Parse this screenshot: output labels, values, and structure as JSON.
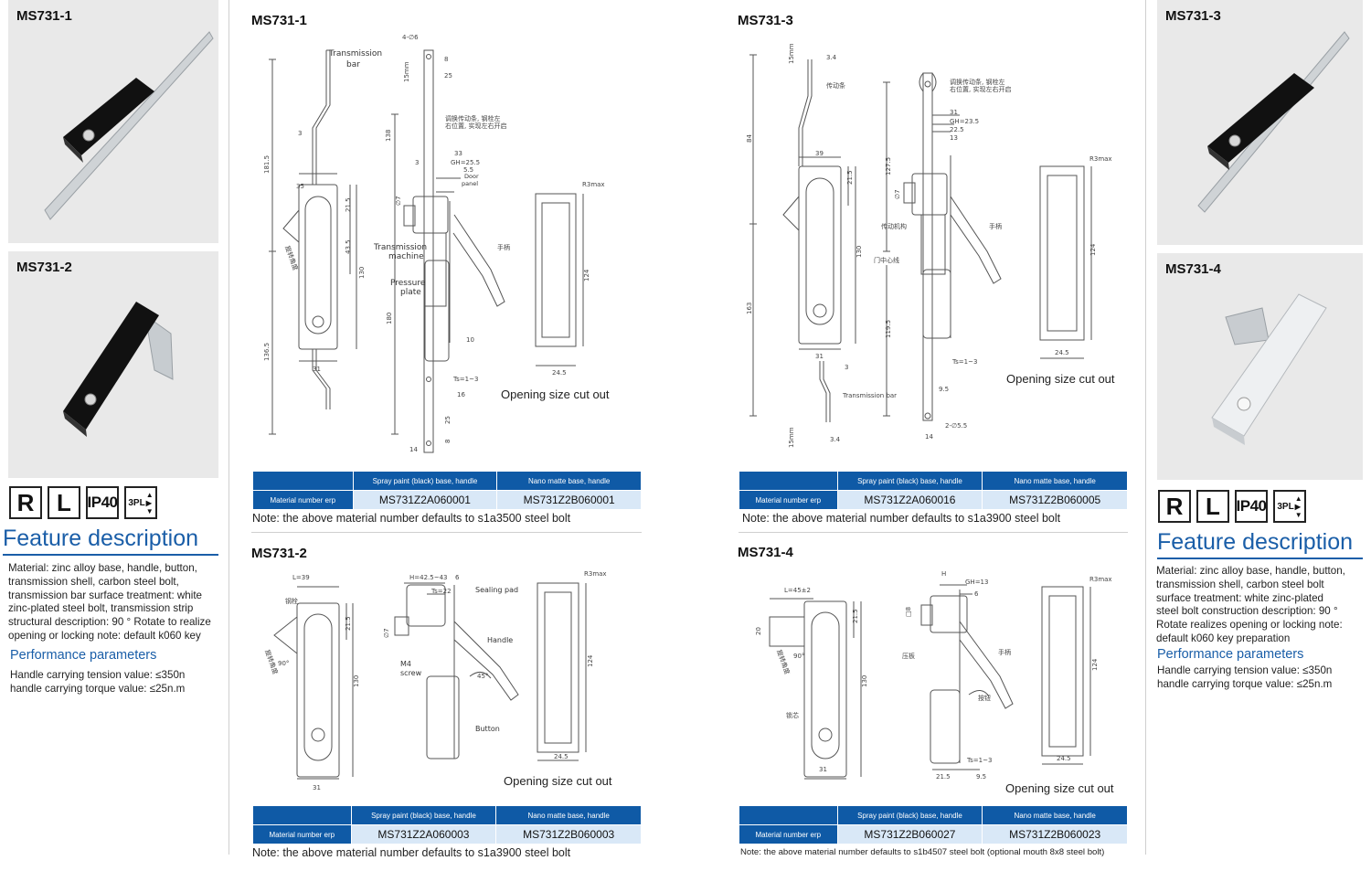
{
  "photos": {
    "ms731_1": "MS731-1",
    "ms731_2": "MS731-2",
    "ms731_3": "MS731-3",
    "ms731_4": "MS731-4"
  },
  "badges": {
    "r": "R",
    "l": "L",
    "ip": "IP40",
    "pl": "3PL"
  },
  "left_features": {
    "title": "Feature description",
    "lines": [
      "Material: zinc alloy base, handle, button,",
      "transmission shell, carbon steel bolt,",
      "transmission bar surface treatment: white",
      "zinc-plated steel bolt, transmission strip",
      "structural description: 90 ° Rotate to realize",
      "opening or locking note: default k060 key"
    ],
    "perf_title": "Performance parameters",
    "perf_lines": [
      "Handle carrying tension value: ≤350n",
      "handle carrying torque value: ≤25n.m"
    ]
  },
  "right_features": {
    "title": "Feature description",
    "lines": [
      "Material: zinc alloy base, handle, button,",
      "transmission shell, carbon steel bolt",
      "surface treatment: white zinc-plated",
      "steel bolt construction description: 90 °",
      "Rotate realizes opening or locking note:",
      "default k060 key preparation"
    ],
    "perf_title": "Performance parameters",
    "perf_lines": [
      "Handle carrying tension value: ≤350n",
      "handle carrying torque value: ≤25n.m"
    ]
  },
  "sections": {
    "s1": {
      "title": "MS731-1",
      "labels": {
        "transmission_bar": "Transmission",
        "transmission_bar2": "bar",
        "transmission_machine": "Transmission",
        "transmission_machine2": "machine",
        "pressure_plate": "Pressure",
        "pressure_plate2": "plate",
        "door_panel": "Door",
        "door_panel2": "panel",
        "chinese_note1": "调换传动条, 钢栓左",
        "chinese_note2": "右位置, 实现左右开启",
        "handle_cn": "手柄",
        "rot_cn": "旋转角度"
      },
      "dims": [
        "4-∅6",
        "8",
        "25",
        "15mm",
        "138",
        "181.5",
        "3",
        "35",
        "33",
        "GH=25.5",
        "5.5",
        "3",
        "21.5",
        "43.5",
        "130",
        "∅7",
        "180",
        "136.5",
        "31",
        "10",
        "Ts=1~3",
        "16",
        "25",
        "8",
        "14",
        "R3max",
        "124",
        "24.5"
      ],
      "cutout": "Opening size cut out",
      "table": {
        "h1": "Spray paint (black) base, handle",
        "h2": "Nano matte base, handle",
        "lbl": "Material number erp",
        "v1": "MS731Z2A060001",
        "v2": "MS731Z2B060001"
      },
      "note": "Note: the above material number defaults to s1a3500 steel bolt"
    },
    "s2": {
      "title": "MS731-2",
      "labels": {
        "sealing_pad": "Sealing pad",
        "handle": "Handle",
        "m4": "M4",
        "screw": "screw",
        "button": "Button",
        "bolt_cn": "钢栓",
        "rot_cn": "旋转角度"
      },
      "dims": [
        "L=39",
        "H=42.5~43",
        "6",
        "Ts=22",
        "21.5",
        "∅7",
        "130",
        "90°",
        "45°",
        "31",
        "R3max",
        "124",
        "24.5"
      ],
      "cutout": "Opening size cut out",
      "table": {
        "h1": "Spray paint (black) base, handle",
        "h2": "Nano matte base, handle",
        "lbl": "Material number erp",
        "v1": "MS731Z2A060003",
        "v2": "MS731Z2B060003"
      },
      "note": "Note: the above material number defaults to s1a3900 steel bolt"
    },
    "s3": {
      "title": "MS731-3",
      "labels": {
        "chinese_note1": "调换传动条, 钢栓左",
        "chinese_note2": "右位置, 实现左右开启",
        "trans_cn": "传动条",
        "mech_cn": "传动机构",
        "door_center_cn": "门中心线",
        "handle_cn": "手柄",
        "transmission_bar": "Transmission bar"
      },
      "dims": [
        "15mm",
        "3.4",
        "84",
        "39",
        "21.5",
        "127.5",
        "31",
        "GH=23.5",
        "22.5",
        "13",
        "∅7",
        "130",
        "163",
        "119.5",
        "31",
        "3",
        "9.5",
        "Ts=1~3",
        "2-∅5.5",
        "14",
        "3.4",
        "15mm",
        "R3max",
        "124",
        "24.5"
      ],
      "cutout": "Opening size cut out",
      "table": {
        "h1": "Spray paint (black) base, handle",
        "h2": "Nano matte base, handle",
        "lbl": "Material number erp",
        "v1": "MS731Z2A060016",
        "v2": "MS731Z2B060005"
      },
      "note": "Note: the above material number defaults to s1a3900 steel bolt"
    },
    "s4": {
      "title": "MS731-4",
      "labels": {
        "handle_cn": "手柄",
        "plate_cn": "压板",
        "button_cn": "按钮",
        "core_cn": "锁芯",
        "rot_cn": "旋转角度"
      },
      "dims": [
        "L=45±2",
        "H",
        "GH=13",
        "6",
        "20",
        "21.5",
        "□8",
        "130",
        "90°",
        "31",
        "Ts=1~3",
        "21.5",
        "9.5",
        "R3max",
        "124",
        "24.5"
      ],
      "cutout": "Opening size cut out",
      "table": {
        "h1": "Spray paint (black) base, handle",
        "h2": "Nano matte base, handle",
        "lbl": "Material number erp",
        "v1": "MS731Z2B060027",
        "v2": "MS731Z2B060023"
      },
      "note": "Note: the above material number defaults to s1b4507 steel bolt (optional mouth 8x8 steel bolt)"
    }
  },
  "colors": {
    "accent_blue": "#1a5ea8",
    "table_blue": "#0f5aa6",
    "table_light": "#d9e8f7",
    "photo_bg": "#e9e9e9"
  }
}
